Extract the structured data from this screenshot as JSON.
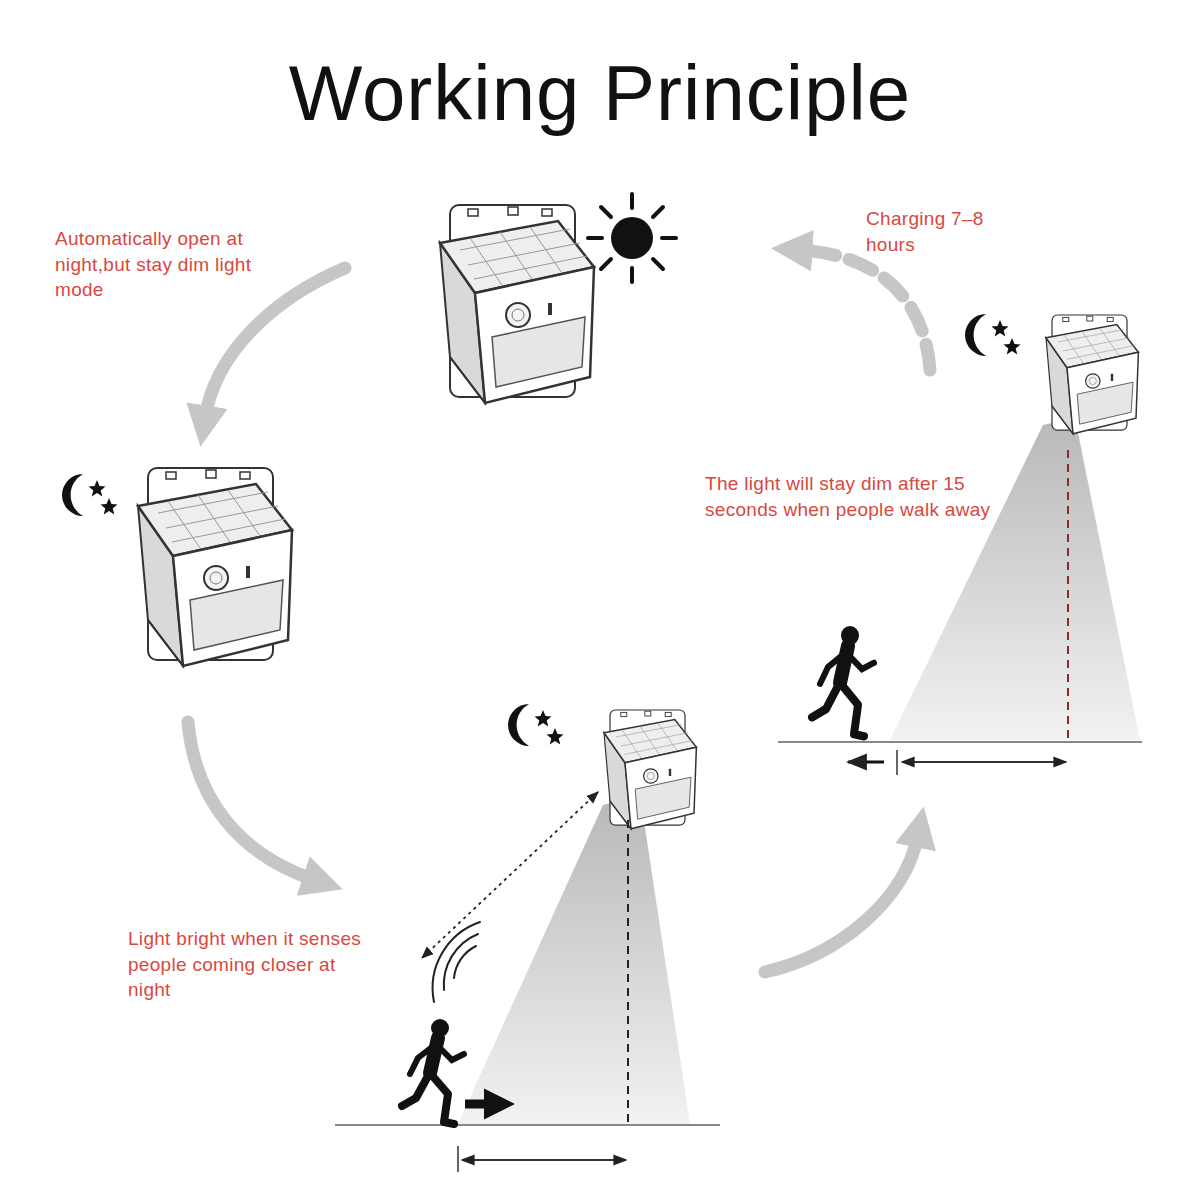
{
  "diagram": {
    "title": "Working Principle",
    "labels": [
      "Automatically open at night,but stay dim light mode",
      "Charging 7–8 hours",
      "The light will stay dim after 15 seconds when people walk away",
      "Light bright when it senses people coming closer at night"
    ]
  }
}
